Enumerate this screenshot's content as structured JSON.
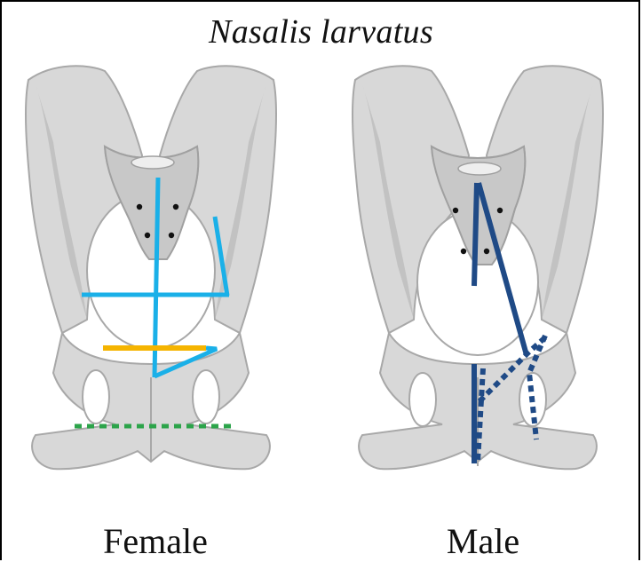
{
  "title": "Nasalis larvatus",
  "labels": {
    "female": "Female",
    "male": "Male"
  },
  "colors": {
    "bone_fill": "#d9d9d9",
    "bone_shade": "#bdbdbd",
    "bone_outline": "#a3a3a3",
    "female_measure": "#1ab0e8",
    "female_outlet": "#f5b400",
    "female_dashed": "#2ca44a",
    "male_measure": "#1f4a86"
  }
}
